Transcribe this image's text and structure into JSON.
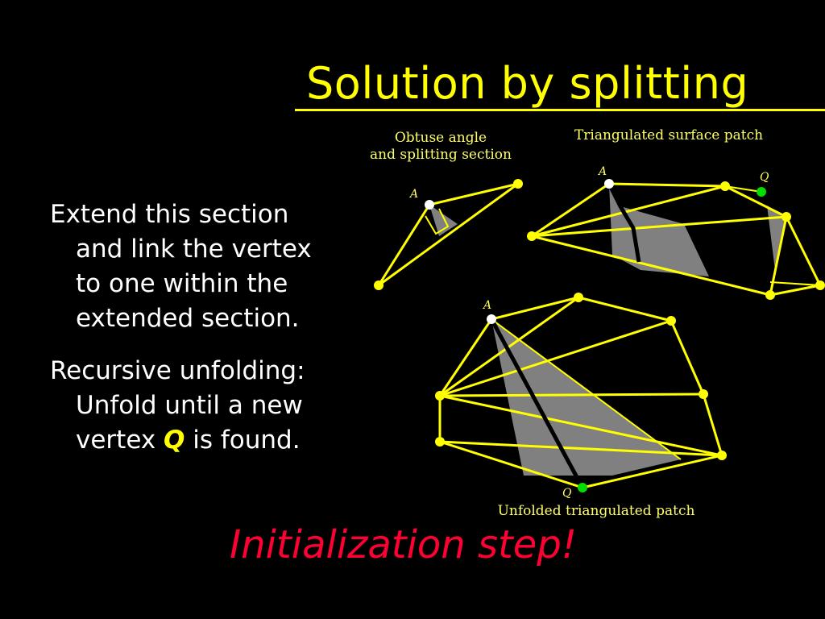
{
  "title": "Solution by splitting",
  "bullets": [
    {
      "first": "Extend this section",
      "rest": [
        "and link the vertex",
        "to one within the",
        "extended section."
      ]
    },
    {
      "first": "Recursive unfolding:",
      "rest": [
        "Unfold until a new"
      ],
      "last_prefix": "vertex ",
      "last_highlight": "Q",
      "last_suffix": " is found."
    }
  ],
  "emphasis": "Initialization step!",
  "captions": {
    "obtuse_line1": "Obtuse angle",
    "obtuse_line2": "and splitting section",
    "triangulated": "Triangulated  surface  patch",
    "unfolded": "Unfolded triangulated patch"
  },
  "labels": {
    "a": "A",
    "q": "Q"
  },
  "colors": {
    "background": "#000000",
    "title": "#ffff00",
    "edge": "#ffff00",
    "body_text": "#ffffff",
    "emphasis": "#ff0033",
    "shade": "#808080",
    "start_vertex": "#ffffff",
    "target_vertex": "#00dd00"
  }
}
